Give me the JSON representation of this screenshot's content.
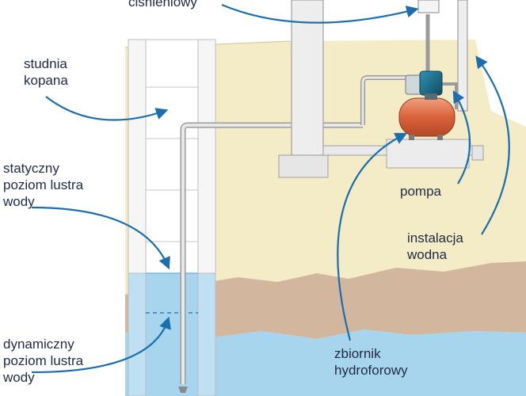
{
  "labels": {
    "top": {
      "line1": "ciśnieniowy"
    },
    "well": {
      "line1": "studnia",
      "line2": "kopana"
    },
    "static_level": {
      "line1": "statyczny",
      "line2": "poziom lustra",
      "line3": "wody"
    },
    "dynamic_level": {
      "line1": "dynamiczny",
      "line2": "poziom lustra",
      "line3": "wody"
    },
    "pump": {
      "line1": "pompa"
    },
    "installation": {
      "line1": "instalacja",
      "line2": "wodna"
    },
    "tank": {
      "line1": "zbiornik",
      "line2": "hydroforowy"
    }
  },
  "colors": {
    "ground": "#f3ecc6",
    "soil_layer": "#d2b79e",
    "water": "#a7d5ee",
    "well_wall": "#f2f2f2",
    "concrete": "#e8e8e8",
    "pipe": "#dcdcdc",
    "arrow": "#1b6fb0",
    "tank": "#d9623a",
    "pump": "#1f6e8c"
  }
}
